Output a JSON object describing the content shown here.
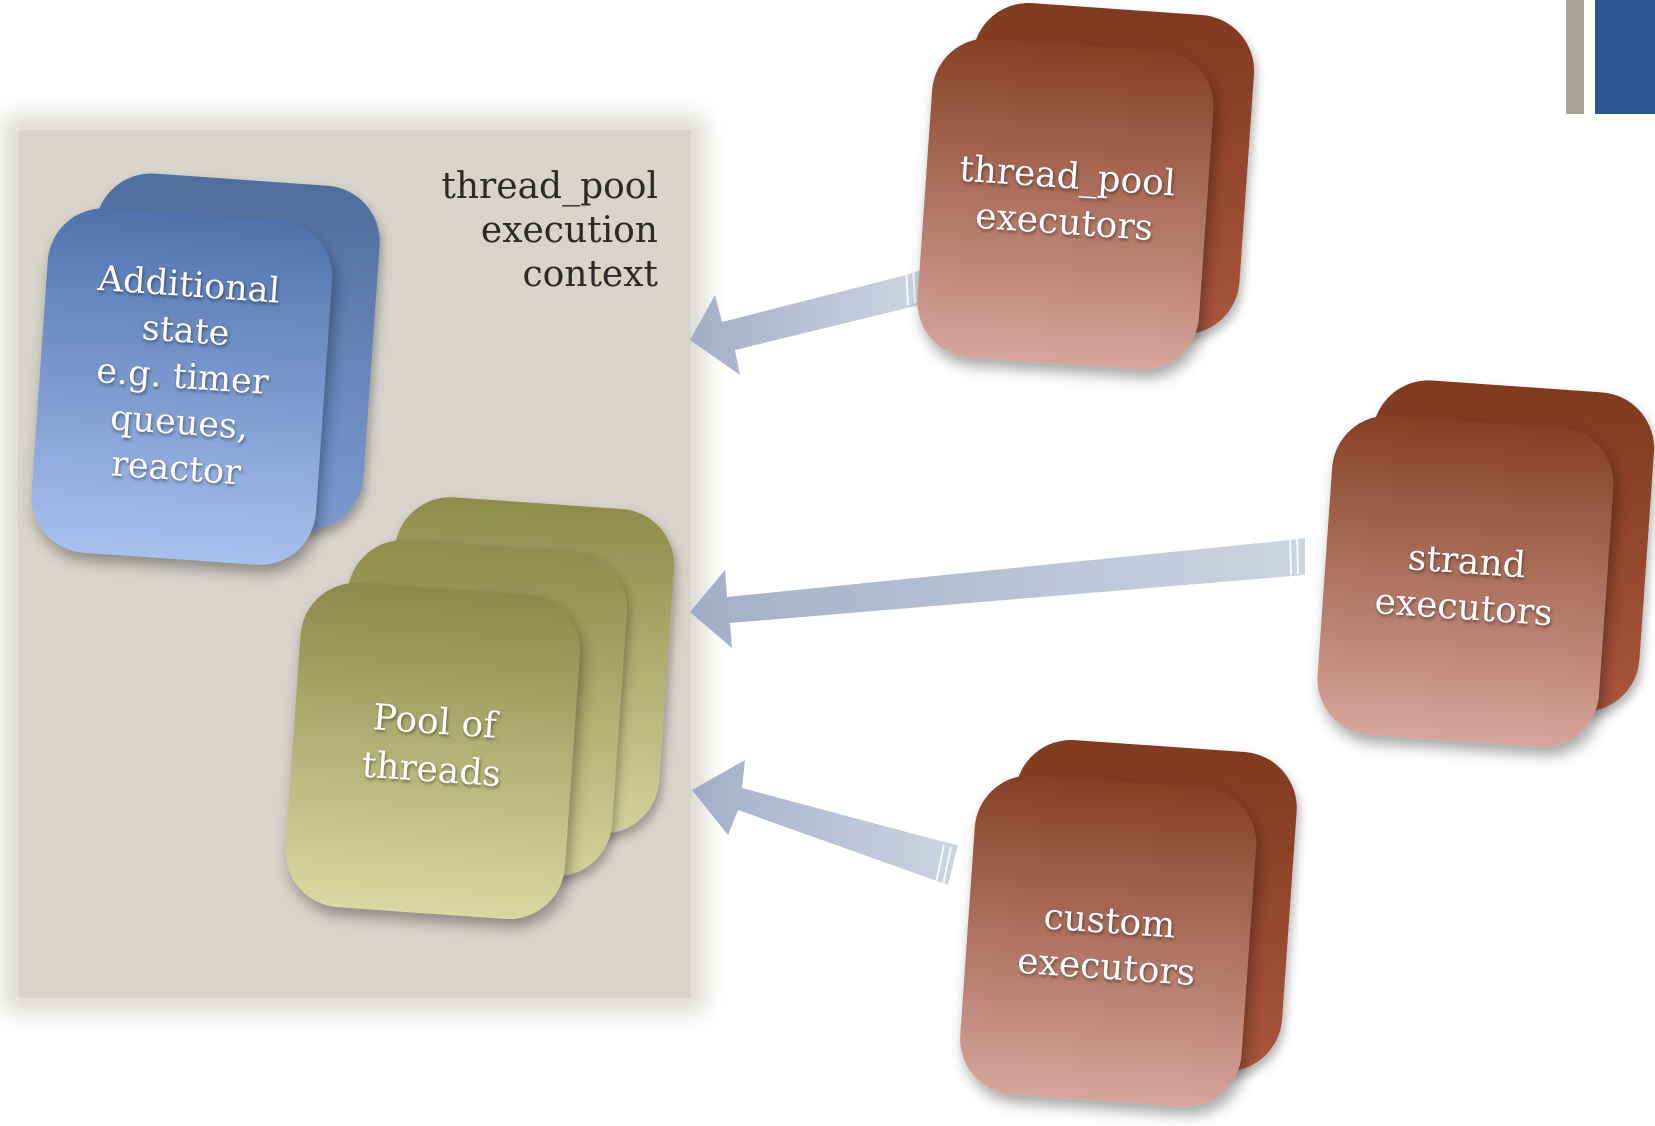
{
  "context": {
    "label_lines": [
      "thread_pool",
      "execution",
      "context"
    ]
  },
  "state_card": {
    "lines": [
      "Additional",
      "state",
      "e.g. timer",
      "queues,",
      "reactor"
    ]
  },
  "pool_card": {
    "lines": [
      "Pool of",
      "threads"
    ]
  },
  "executors": [
    {
      "lines": [
        "thread_pool",
        "executors"
      ]
    },
    {
      "lines": [
        "strand",
        "executors"
      ]
    },
    {
      "lines": [
        "custom",
        "executors"
      ]
    }
  ],
  "colors": {
    "panel": "#d7d4cb",
    "state_blue": "#4f72ac",
    "pool_olive": "#8b8a4a",
    "executor_brown": "#853f24",
    "arrow": "#aab6cc",
    "accent_blue": "#2b5790",
    "accent_grey": "#a8a297"
  }
}
